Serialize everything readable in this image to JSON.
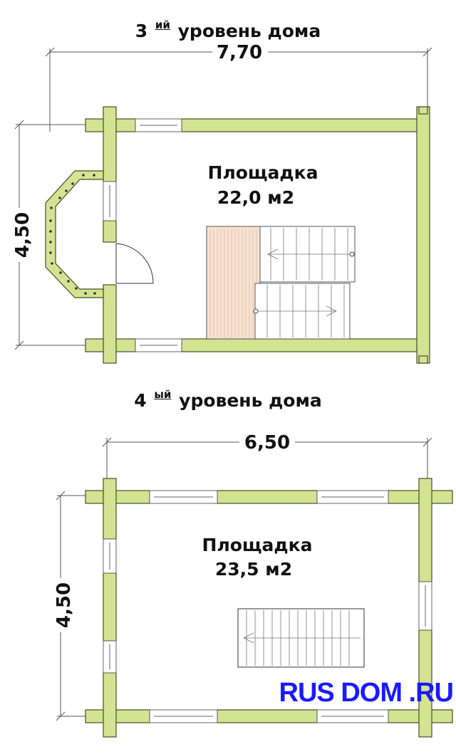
{
  "level3": {
    "title_num": "3",
    "title_suffix": "ий",
    "title_text": "уровень дома",
    "width_dim": "7,70",
    "height_dim": "4,50",
    "room_name": "Площадка",
    "room_area": "22,0 м2"
  },
  "level4": {
    "title_num": "4",
    "title_suffix": "ый",
    "title_text": "уровень дома",
    "width_dim": "6,50",
    "height_dim": "4,50",
    "room_name": "Площадка",
    "room_area": "23,5 м2"
  },
  "watermark": "RUS DOM .RU",
  "colors": {
    "wall_fill": "#d4e391",
    "wall_stroke": "#4a4a2a",
    "stair_fill": "#f7e3d3",
    "watermark": "#1a1aff"
  }
}
